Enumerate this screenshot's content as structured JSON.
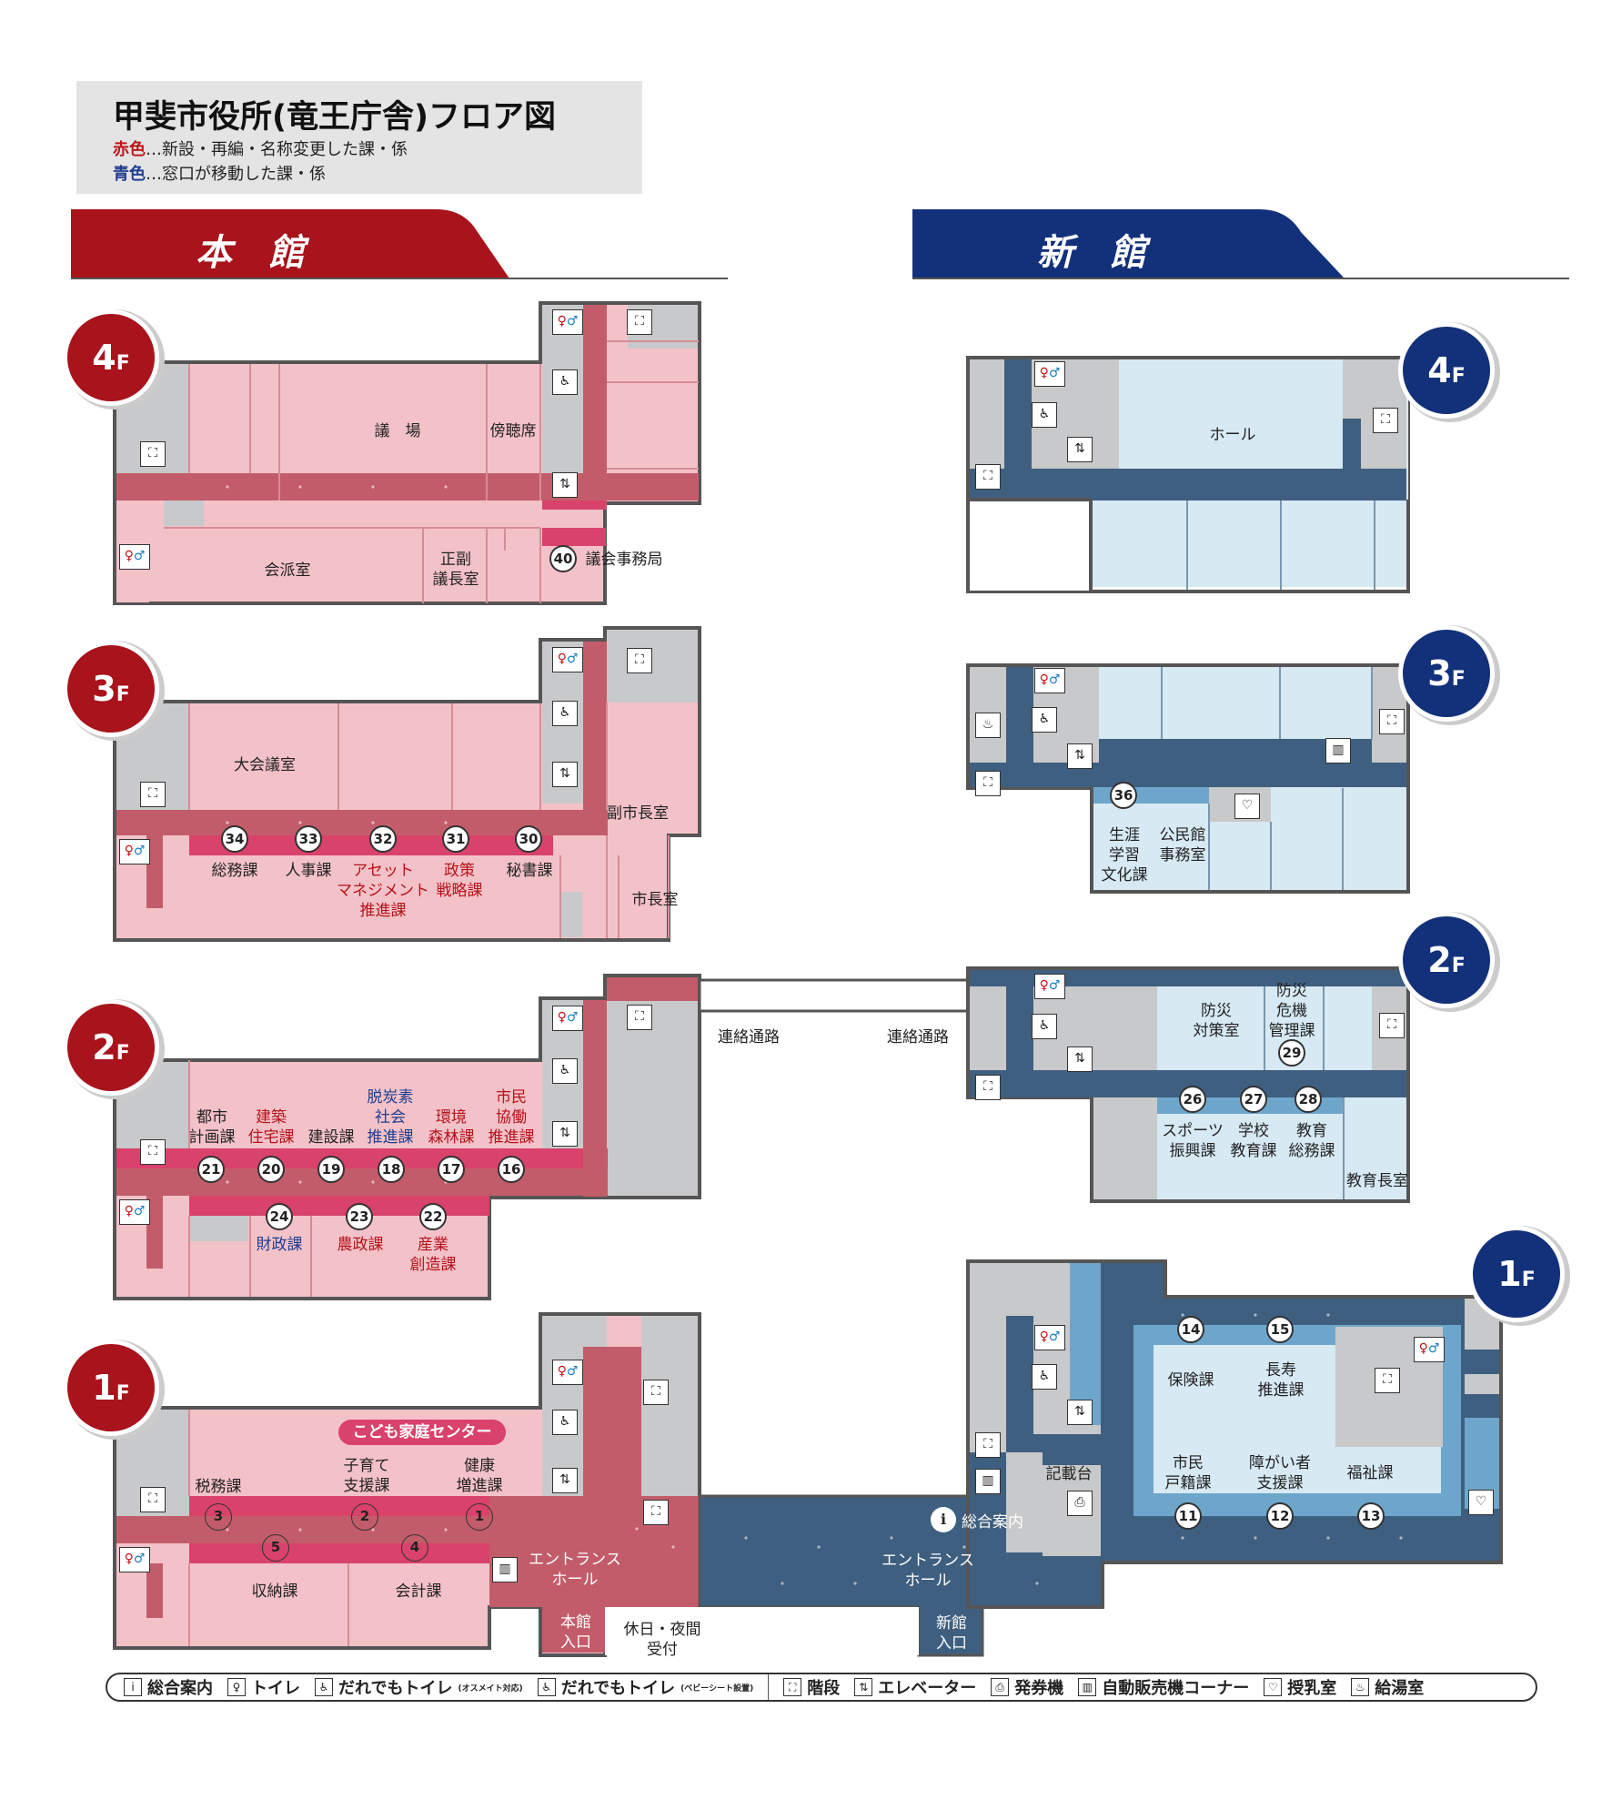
{
  "title": {
    "main": "甲斐市役所(竜王庁舎)フロア図",
    "red_key": "赤色",
    "red_desc": "…新設・再編・名称変更した課・係",
    "blue_key": "青色",
    "blue_desc": "…窓口が移動した課・係"
  },
  "buildings": {
    "main": "本　館",
    "new": "新　館"
  },
  "floors": {
    "f4": "4F",
    "f3": "3F",
    "f2": "2F",
    "f1": "1F"
  },
  "main_building": {
    "f4": {
      "gijo": "議　場",
      "bochoseki": "傍聴席",
      "kaihashitsu": "会派室",
      "seifuku": "正副\n議長室",
      "n40": "40",
      "gikai": "議会事務局"
    },
    "f3": {
      "daikaigi": "大会議室",
      "fukushicho": "副市長室",
      "shicho": "市長室",
      "n34": "34",
      "n33": "33",
      "n32": "32",
      "n31": "31",
      "n30": "30",
      "somu": "総務課",
      "jinji": "人事課",
      "asset": "アセット\nマネジメント\n推進課",
      "seisaku": "政策\n戦略課",
      "hisho": "秘書課"
    },
    "f2": {
      "toshi": "都市\n計画課",
      "kenchiku": "建築\n住宅課",
      "kensetsu": "建設課",
      "datsutanso": "脱炭素\n社会\n推進課",
      "kankyo": "環境\n森林課",
      "shimin": "市民\n協働\n推進課",
      "n21": "21",
      "n20": "20",
      "n19": "19",
      "n18": "18",
      "n17": "17",
      "n16": "16",
      "n24": "24",
      "n23": "23",
      "n22": "22",
      "zaisei": "財政課",
      "nosei": "農政課",
      "sangyo": "産業\n創造課",
      "corridor_l": "連絡通路"
    },
    "f1": {
      "center": "こども家庭センター",
      "kosodate": "子育て\n支援課",
      "kenko": "健康\n増進課",
      "zeimu": "税務課",
      "n3": "3",
      "n2": "2",
      "n1": "1",
      "n5": "5",
      "n4": "4",
      "shuno": "収納課",
      "kaikei": "会計課",
      "entrance": "エントランス\nホール",
      "entry": "本館\n入口",
      "holiday": "休日・夜間\n受付"
    }
  },
  "new_building": {
    "f4": {
      "hall": "ホール"
    },
    "f3": {
      "n36": "36",
      "shogai": "生涯\n学習\n文化課",
      "kominkan": "公民館\n事務室"
    },
    "f2": {
      "bosai_room": "防災\n対策室",
      "bosai_kiki": "防災\n危機\n管理課",
      "n29": "29",
      "corridor_r": "連絡通路",
      "n26": "26",
      "n27": "27",
      "n28": "28",
      "sports": "スポーツ\n振興課",
      "gakko": "学校\n教育課",
      "kyoiku_somu": "教育\n総務課",
      "kyoikucho": "教育長室"
    },
    "f1": {
      "n14": "14",
      "n15": "15",
      "hoken": "保険課",
      "chouju": "長寿\n推進課",
      "kisai": "記載台",
      "shimin_koseki": "市民\n戸籍課",
      "shogaisha": "障がい者\n支援課",
      "fukushi": "福祉課",
      "n11": "11",
      "n12": "12",
      "n13": "13",
      "info": "総合案内",
      "entrance": "エントランス\nホール",
      "entry": "新館\n入口"
    }
  },
  "legend": {
    "info": "総合案内",
    "toilet": "トイレ",
    "ostomate": "だれでもトイレ",
    "ostomate_note": "(オスメイト対応)",
    "baby": "だれでもトイレ",
    "baby_note": "(ベビーシート設置)",
    "stairs": "階段",
    "elevator": "エレベーター",
    "ticket": "発券機",
    "vending": "自動販売機コーナー",
    "nursing": "授乳室",
    "hotwater": "給湯室"
  },
  "colors": {
    "main_room": "#f3c2c8",
    "main_corridor": "#c35c6a",
    "main_accent": "#d9426a",
    "main_banner": "#a8131c",
    "new_room": "#d7e9f3",
    "new_corridor": "#3f5f80",
    "new_accent": "#6ea6cb",
    "new_banner": "#13307a",
    "gray": "#c8c9ca",
    "wall": "#555555"
  }
}
